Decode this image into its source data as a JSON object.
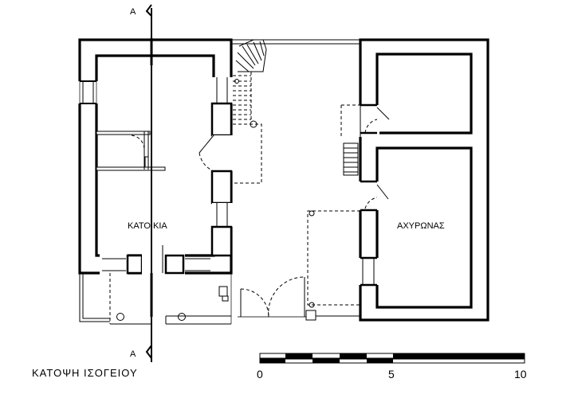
{
  "section_marker": {
    "top": "Α",
    "bottom": "Α"
  },
  "rooms": {
    "house": "ΚΑΤΟΙΚΙΑ",
    "barn": "ΑΧΥΡΩΝΑΣ"
  },
  "title": "ΚΑΤΟΨΗ ΙΣΟΓΕΙΟΥ",
  "scale_bar": {
    "labels": [
      "0",
      "5",
      "10"
    ]
  }
}
